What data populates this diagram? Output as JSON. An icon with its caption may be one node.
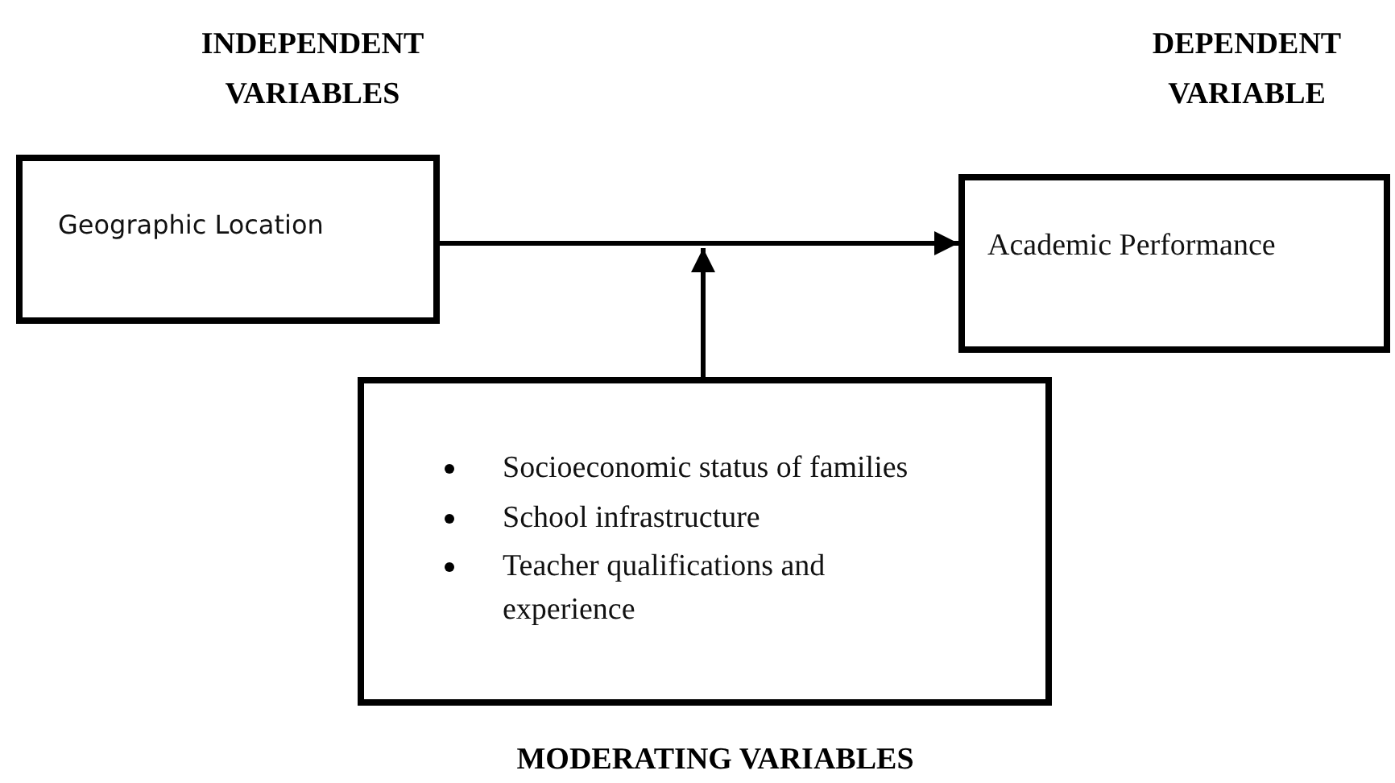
{
  "diagram": {
    "nodes": [
      {
        "text": [
          "INDEPENDENT VARIABLES",
          "Geographic Location"
        ]
      },
      {
        "text": [
          "DEPENDENT VARIABLE",
          "Academic Performance"
        ]
      },
      {
        "text": [
          "Socioeconomic status of families",
          "School infrastructure",
          "Teacher qualifications and experience",
          "MODERATING VARIABLES"
        ]
      }
    ],
    "edges": [
      {
        "from": 0,
        "to": 1,
        "arrow": "to"
      },
      {
        "from": 2,
        "to": null,
        "arrow": "to"
      }
    ]
  }
}
